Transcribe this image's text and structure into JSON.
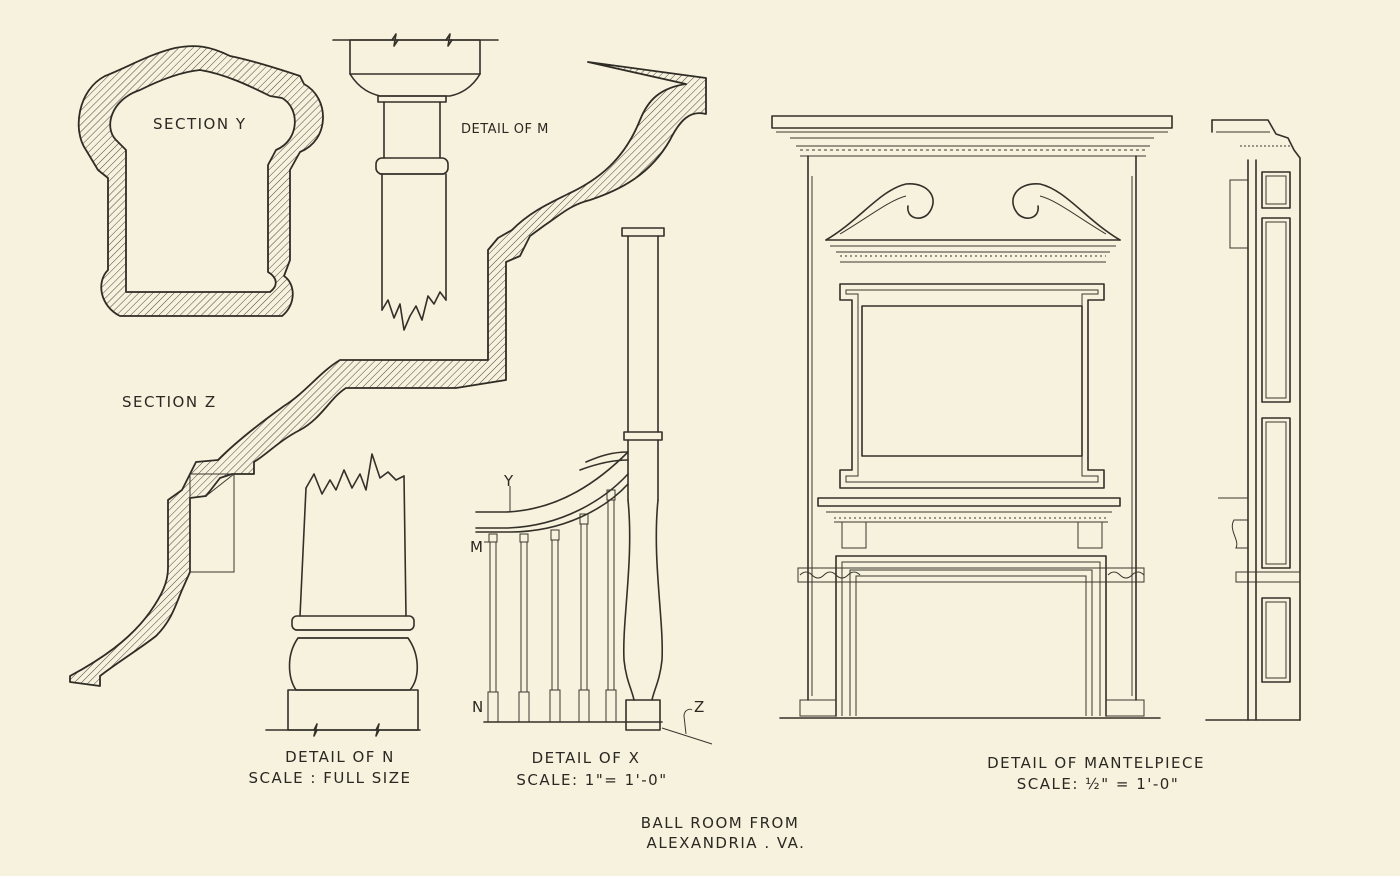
{
  "labels": {
    "section_y": "SECTION Y",
    "detail_m": "DETAIL OF M",
    "section_z": "SECTION Z",
    "detail_n": "DETAIL OF N",
    "detail_n_scale": "SCALE : FULL SIZE",
    "detail_x": "DETAIL OF X",
    "detail_x_scale": "SCALE: 1\"= 1'-0\"",
    "detail_mantel": "DETAIL OF MANTELPIECE",
    "detail_mantel_scale": "SCALE: ½\" = 1'-0\"",
    "marker_y": "Y",
    "marker_m": "M",
    "marker_n": "N",
    "marker_z": "Z"
  },
  "caption": {
    "line1": "BALL ROOM FROM",
    "line2": "ALEXANDRIA . VA."
  },
  "colors": {
    "paper": "#f6f2dd",
    "ink": "#2f2c26"
  }
}
